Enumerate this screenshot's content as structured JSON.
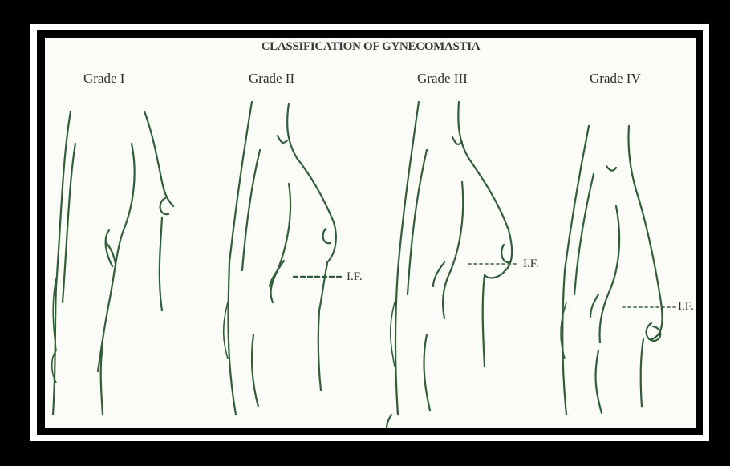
{
  "title": "CLASSIFICATION OF GYNECOMASTIA",
  "grades": [
    {
      "label": "Grade I"
    },
    {
      "label": "Grade II"
    },
    {
      "label": "Grade III"
    },
    {
      "label": "Grade IV"
    }
  ],
  "inframammary_fold_label": "I.F.",
  "colors": {
    "line": "#2f5e37",
    "frame": "#000000",
    "border": "#ffffff",
    "paper": "#fbfbf8"
  }
}
